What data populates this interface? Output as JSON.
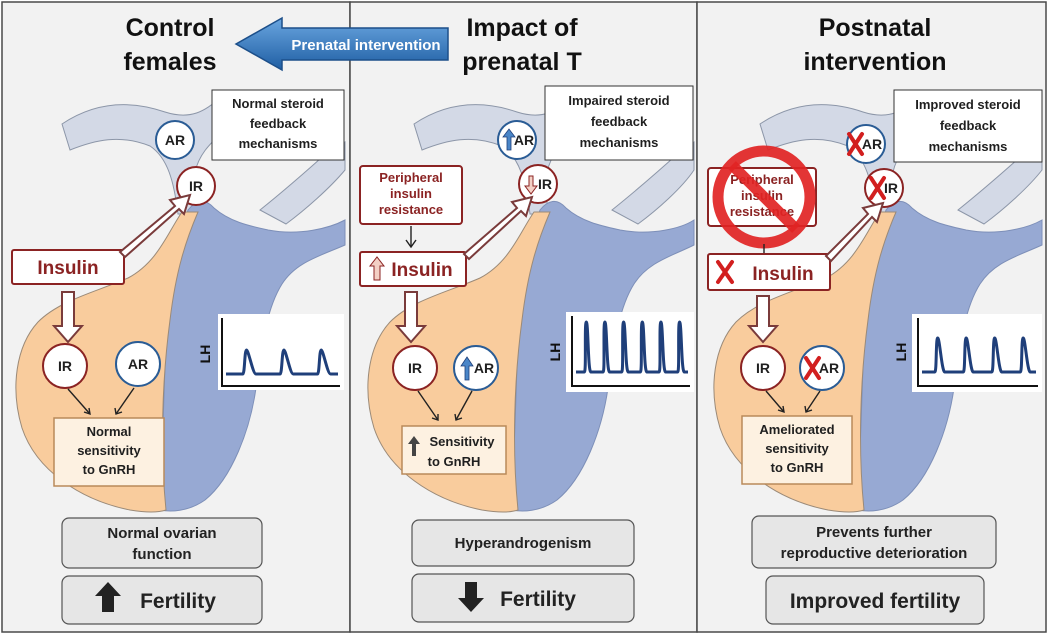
{
  "prenatal_arrow": {
    "label": "Prenatal intervention"
  },
  "panels": [
    {
      "title_lines": [
        "Control",
        "females"
      ],
      "feedback_lines": [
        "Normal steroid",
        "feedback",
        "mechanisms"
      ],
      "ar_top": "AR",
      "ir_top": "IR",
      "insulin_label": "Insulin",
      "ir_bottom": "IR",
      "ar_bottom": "AR",
      "sensitivity_lines": [
        "Normal",
        "sensitivity",
        "to GnRH"
      ],
      "lh_label": "LH",
      "lh_pulses": 3,
      "outcome_lines": [
        "Normal ovarian",
        "function"
      ],
      "fertility_label": "Fertility",
      "fertility_direction": "up"
    },
    {
      "title_lines": [
        "Impact of",
        "prenatal T"
      ],
      "feedback_lines": [
        "Impaired steroid",
        "feedback",
        "mechanisms"
      ],
      "ar_top": "AR",
      "ir_top": "IR",
      "resistance_lines": [
        "Peripheral",
        "insulin",
        "resistance"
      ],
      "insulin_label": "Insulin",
      "ir_bottom": "IR",
      "ar_bottom": "AR",
      "sensitivity_lines": [
        "Sensitivity",
        "to GnRH"
      ],
      "lh_label": "LH",
      "lh_pulses": 6,
      "outcome_lines": [
        "Hyperandrogenism"
      ],
      "fertility_label": "Fertility",
      "fertility_direction": "down"
    },
    {
      "title_lines": [
        "Postnatal",
        "intervention"
      ],
      "feedback_lines": [
        "Improved steroid",
        "feedback",
        "mechanisms"
      ],
      "ar_top": "AR",
      "ir_top": "IR",
      "resistance_lines": [
        "Peripheral",
        "insulin",
        "resistance"
      ],
      "insulin_label": "Insulin",
      "ir_bottom": "IR",
      "ar_bottom": "AR",
      "sensitivity_lines": [
        "Ameliorated",
        "sensitivity",
        "to GnRH"
      ],
      "lh_label": "LH",
      "lh_pulses": 4,
      "outcome_lines": [
        "Prevents further",
        "reproductive deterioration"
      ],
      "fertility_label": "Improved fertility",
      "fertility_direction": "none"
    }
  ],
  "colors": {
    "anterior_pituitary": "#f9cc9d",
    "posterior_pituitary": "#97a9d3",
    "insulin_red": "#8b2323",
    "androgen_blue": "#2a5c95",
    "lh_trace": "#1f3f7a",
    "x_mark": "#d21f1f"
  }
}
